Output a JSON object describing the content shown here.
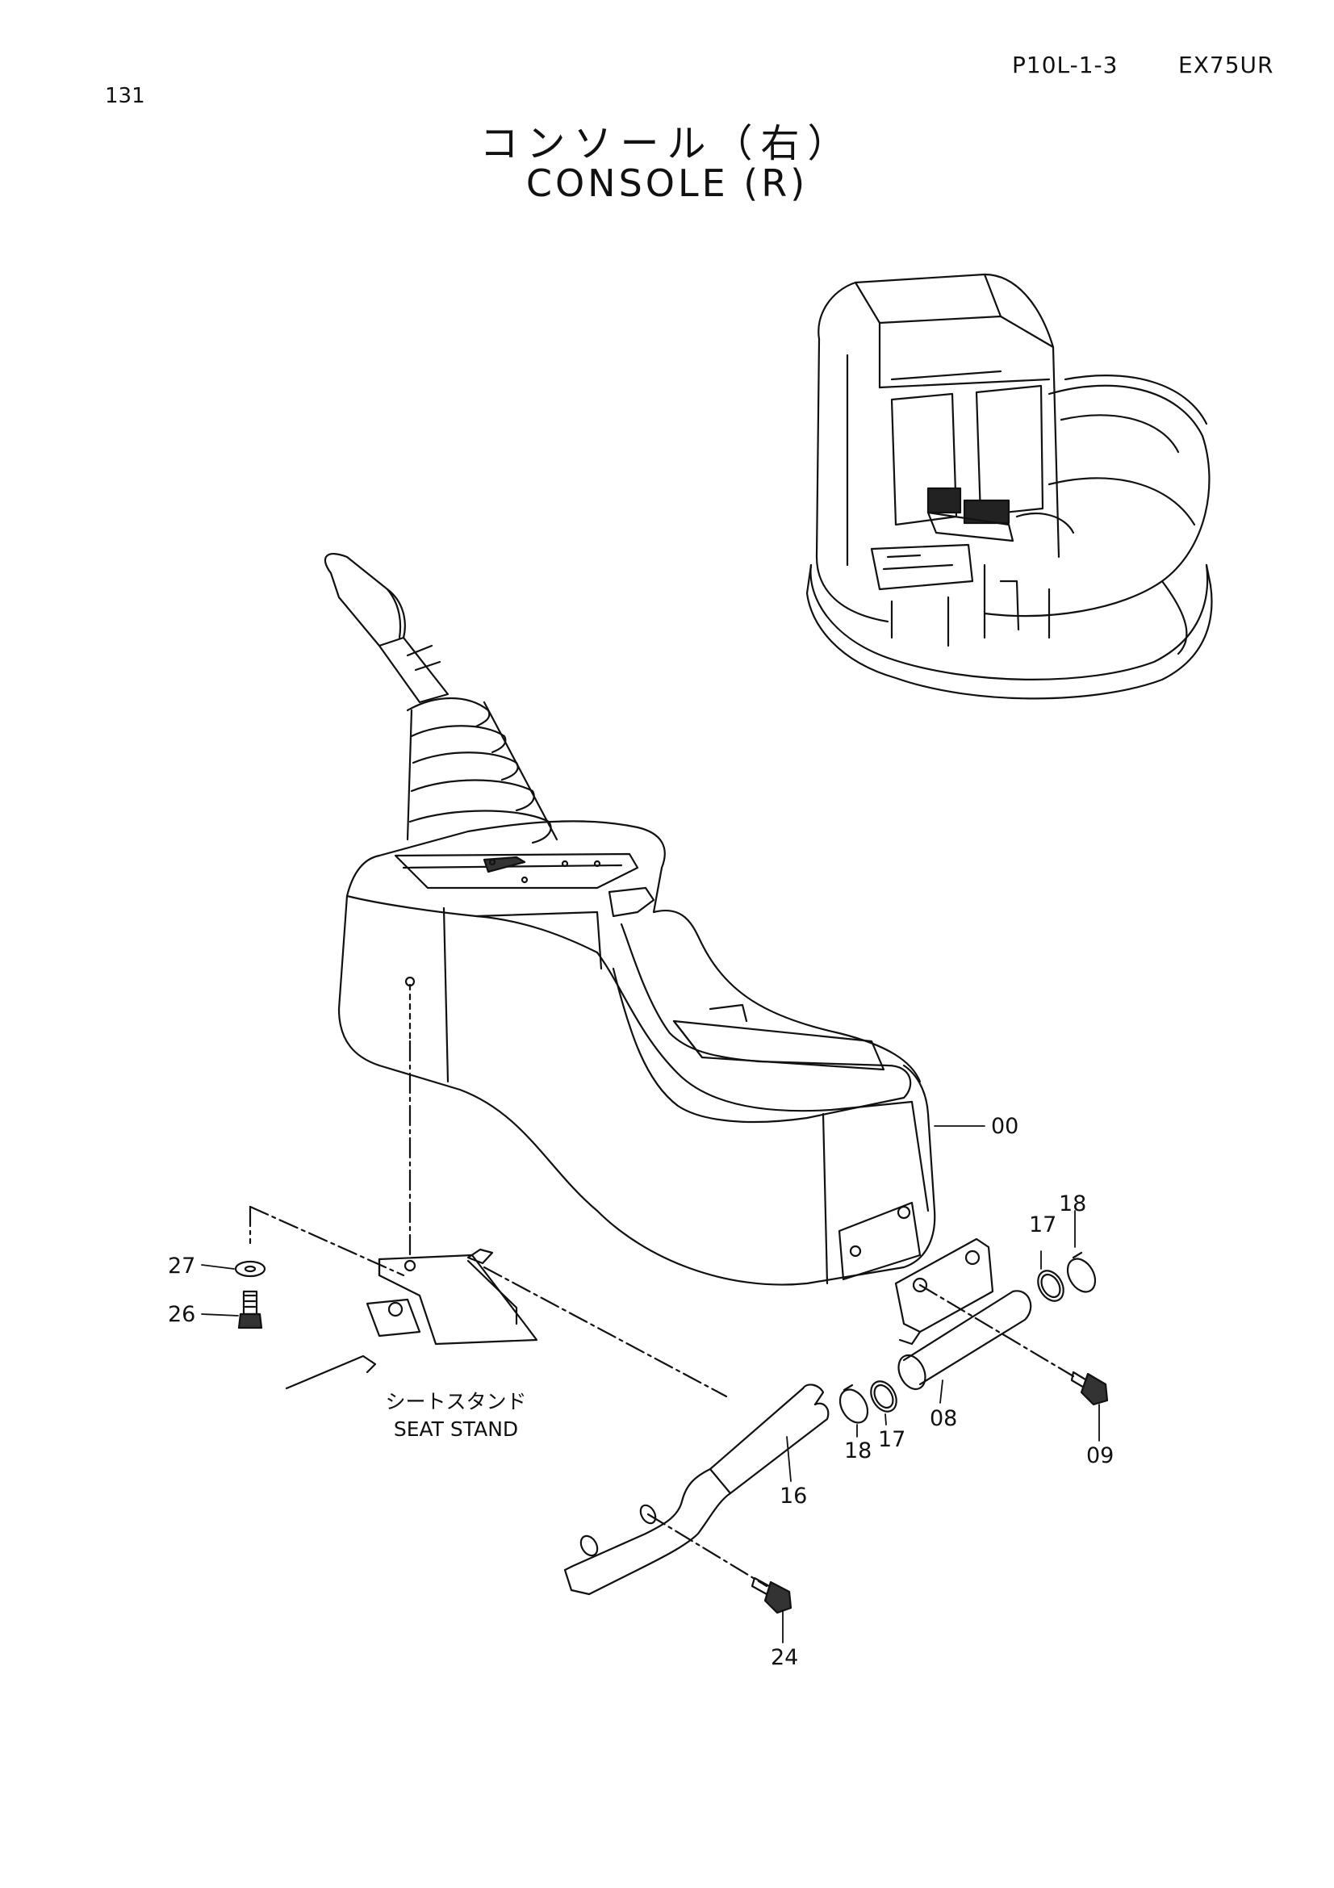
{
  "header": {
    "page_number": "131",
    "doc_code": "P10L-1-3",
    "model": "EX75UR"
  },
  "title": {
    "japanese": "コンソール（右）",
    "english": "CONSOLE (R)"
  },
  "seat_stand_label": {
    "japanese": "シートスタンド",
    "english": "SEAT STAND"
  },
  "callouts": {
    "c00": "00",
    "c08": "08",
    "c09": "09",
    "c16": "16",
    "c17a": "17",
    "c17b": "17",
    "c18a": "18",
    "c18b": "18",
    "c24": "24",
    "c26": "26",
    "c27": "27"
  }
}
